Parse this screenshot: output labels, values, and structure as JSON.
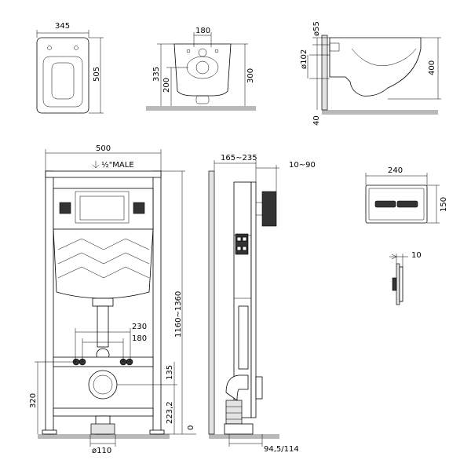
{
  "labels": {
    "bowl_width": "345",
    "bowl_depth": "505",
    "rear_width": "180",
    "rear_h1": "335",
    "rear_h2": "200",
    "rear_h3": "300",
    "side_d55": "ø55",
    "side_d102": "ø102",
    "side_h400": "400",
    "side_h40": "40",
    "frame_width": "500",
    "male": "½\"MALE",
    "frame_height": "1160~1360",
    "d230": "230",
    "d180": "180",
    "h135": "135",
    "h320": "320",
    "h223": "223,2",
    "h0": "0",
    "d110": "ø110",
    "side_depth": "165~235",
    "wall_gap": "10~90",
    "pipe_offset": "94,5/114",
    "plate_w": "240",
    "plate_h": "150",
    "plate_t": "10"
  }
}
